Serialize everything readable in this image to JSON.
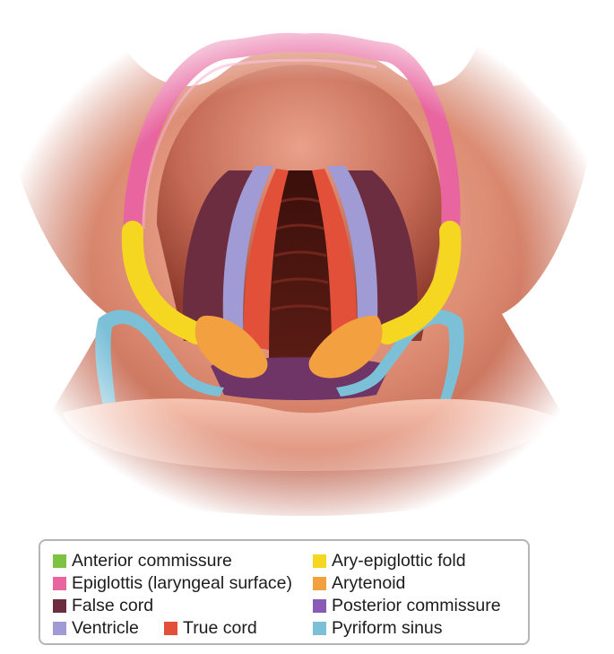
{
  "colors": {
    "anterior_commissure": "#7dc242",
    "epiglottis": "#e8659f",
    "false_cord": "#6b2d3f",
    "ventricle": "#a09bd4",
    "true_cord": "#e2503a",
    "ary_epiglottic_fold": "#f5d722",
    "arytenoid": "#f2a040",
    "posterior_commissure": "#8a5bb6",
    "pyriform_sinus": "#7cc0d8",
    "tissue": "#d8826a",
    "tissue_dark": "#9c3d2e"
  },
  "legend": {
    "items": [
      {
        "key": "anterior_commissure",
        "label": "Anterior commissure",
        "color": "#7dc242"
      },
      {
        "key": "epiglottis",
        "label": "Epiglottis (laryngeal surface)",
        "color": "#e8659f"
      },
      {
        "key": "false_cord",
        "label": "False cord",
        "color": "#6b2d3f"
      },
      {
        "key": "ventricle",
        "label": "Ventricle",
        "color": "#a09bd4"
      },
      {
        "key": "true_cord",
        "label": "True cord",
        "color": "#e2503a"
      },
      {
        "key": "ary_epiglottic_fold",
        "label": "Ary-epiglottic fold",
        "color": "#f5d722"
      },
      {
        "key": "arytenoid",
        "label": "Arytenoid",
        "color": "#f2a040"
      },
      {
        "key": "posterior_commissure",
        "label": "Posterior commissure",
        "color": "#8a5bb6"
      },
      {
        "key": "pyriform_sinus",
        "label": "Pyriform sinus",
        "color": "#7cc0d8"
      }
    ]
  }
}
